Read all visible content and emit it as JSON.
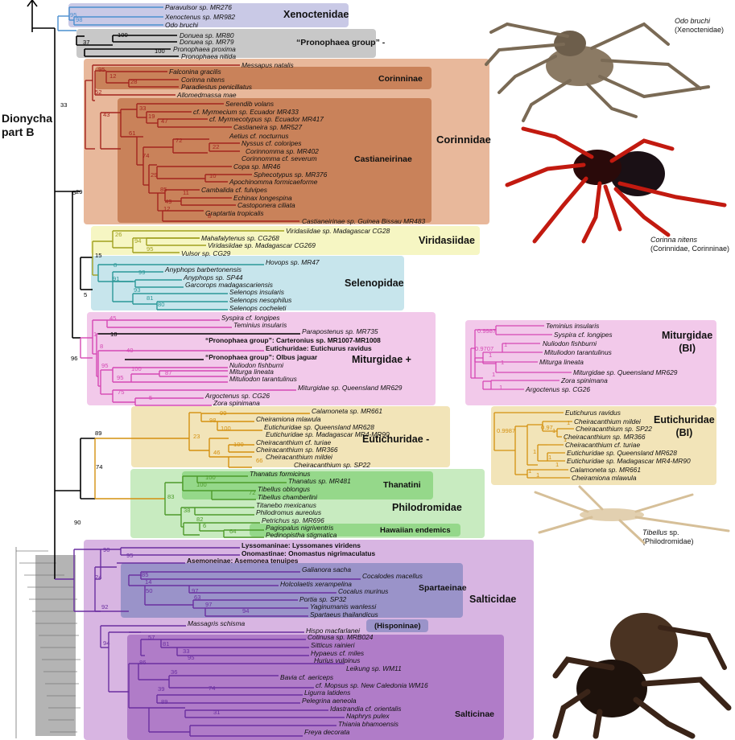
{
  "header": {
    "title_line1": "Dionycha",
    "title_line2": "part B"
  },
  "families": {
    "xenoctenidae": "Xenoctenidae",
    "pronophaea": "“Pronophaea group” -",
    "corinnidae": "Corinnidae",
    "corinninae": "Corinninae",
    "castianeirinae": "Castianeirinae",
    "viridasiidae": "Viridasiidae",
    "selenopidae": "Selenopidae",
    "miturgidae_plus": "Miturgidae +",
    "eutichuridae_minus": "Eutichuridae -",
    "thanatini": "Thanatini",
    "philodromidae": "Philodromidae",
    "hawaiian": "Hawaiian endemics",
    "salticidae": "Salticidae",
    "spartaeinae": "Spartaeinae",
    "hisponinae": "(Hisponinae)",
    "salticinae": "Salticinae",
    "miturgidae_bi": "Miturgidae\n(BI)",
    "eutichuridae_bi": "Eutichuridae\n(BI)"
  },
  "captions": {
    "odo_name": "Odo bruchi",
    "odo_family": "(Xenoctenidae)",
    "corinna_name": "Corinna nitens",
    "corinna_family": "(Corinnidae, Corinninae)",
    "tibellus_name": "Tibellus",
    "tibellus_rest": " sp.",
    "tibellus_family": "(Philodromidae)"
  },
  "taxa": [
    "Paravulsor sp. MR276",
    "Xenoctenus sp. MR982",
    "Odo bruchi",
    "Donuea sp. MR80",
    "Donuea sp. MR79",
    "Pronophaea proxima",
    "Pronophaea nitida",
    "Messapus natalis",
    "Falconina gracilis",
    "Corinna nitens",
    "Paradiestus penicillatus",
    "Allomedmassa mae",
    "Serendib volans",
    "cf. Myrmecium sp. Ecuador MR433",
    "cf. Myrmecotypus sp. Ecuador MR417",
    "Castianeira sp. MR527",
    "Aetius cf. nocturnus",
    "Nyssus cf. coloripes",
    "Corinnomma sp. MR402",
    "Corinnomma cf. severum",
    "Copa sp. MR46",
    "Sphecotypus sp. MR376",
    "Apochinomma formicaeforme",
    "Cambalida cf. fulvipes",
    "Echinax longespina",
    "Castoponera ciliata",
    "Graptartia tropicalis",
    "Castianeirinae sp. Guinea Bissau MR483",
    "Viridasiidae sp. Madagascar CG28",
    "Mahafalytenus sp. CG268",
    "Viridasiidae sp. Madagascar CG269",
    "Vulsor sp. CG29",
    "Hovops sp. MR47",
    "Anyphops barbertonensis",
    "Anyphops sp. SP44",
    "Garcorops madagascariensis",
    "Selenops insularis",
    "Selenops nesophilus",
    "Selenops cocheleti",
    "Syspira cf. longipes",
    "Teminius insularis",
    "Parapostenus sp. MR735",
    "“Pronophaea group”: Carteronius sp. MR1007-MR1008",
    "Eutichuridae: Eutichurus ravidus",
    "“Pronophaea group”: Olbus jaguar",
    "Nuliodon fishburni",
    "Miturga lineata",
    "Mituliodon tarantulinus",
    "Miturgidae sp. Queensland MR629",
    "Argoctenus sp. CG26",
    "Zora spinimana",
    "Calamoneta sp. MR661",
    "Cheiramiona mlawula",
    "Eutichuridae sp. Queensland MR628",
    "Eutichuridae sp. Madagascar MR4-MR90",
    "Cheiracanthium cf. turiae",
    "Cheiracanthium sp. MR366",
    "Cheiracanthium mildei",
    "Cheiracanthium sp. SP22",
    "Thanatus formicinus",
    "Thanatus sp. MR481",
    "Tibellus oblongus",
    "Tibellus chamberlini",
    "Titanebo mexicanus",
    "Philodromus aureolus",
    "Petrichus sp. MR696",
    "Pagiopalus nigriventris",
    "Pedinopistha stigmatica",
    "Lyssomaninae: Lyssomanes viridens",
    "Onomastinae: Onomastus nigrimaculatus",
    "Asemoneinae: Asemonea tenuipes",
    "Galianora sacha",
    "Cocalodes macellus",
    "Holcolaetis xerampelina",
    "Cocalus murinus",
    "Portia sp. SP32",
    "Yaginumanis wanlessi",
    "Spartaeus thailandicus",
    "Massagris schisma",
    "Hispo macfarlanei",
    "Cotinusa sp. MRB024",
    "Sitticus rainieri",
    "Hypaeus cf. miles",
    "Hurius vulpinus",
    "Leikung sp. WM11",
    "Bavia cf. aericeps",
    "cf. Mopsus sp. New Caledonia WM16",
    "Ligurra latidens",
    "Pelegrina aeneola",
    "Idastrandia cf. orientalis",
    "Naphrys pulex",
    "Thiania bhamoensis",
    "Freya decorata"
  ],
  "bi_miturgidae_taxa": [
    "Teminius insularis",
    "Syspira cf. longipes",
    "Nuliodon fishburni",
    "Mituliodon tarantulinus",
    "Miturga lineata",
    "Miturgidae sp. Queensland MR629",
    "Zora spinimana",
    "Argoctenus sp. CG26"
  ],
  "bi_eutichuridae_taxa": [
    "Eutichurus ravidus",
    "Cheiracanthium mildei",
    "Cheiracanthium sp. SP22",
    "Cheiracanthium sp. MR366",
    "Cheiracanthium cf. turiae",
    "Eutichuridae sp. Queensland MR628",
    "Eutichuridae sp. Madagascar MR4-MR90",
    "Calamoneta sp. MR661",
    "Cheiramiona mlawula"
  ],
  "support_values": [
    "95",
    "98",
    "37",
    "100",
    "100",
    "95",
    "33",
    "5",
    "12",
    "28",
    "52",
    "43",
    "33",
    "19",
    "47",
    "61",
    "72",
    "22",
    "74",
    "29",
    "10",
    "85",
    "11",
    "49",
    "12",
    "8",
    "29",
    "26",
    "94",
    "95",
    "15",
    "8",
    "99",
    "91",
    "93",
    "81",
    "80",
    "5",
    "45",
    "1",
    "18",
    "8",
    "40",
    "95",
    "100",
    "87",
    "95",
    "75",
    "5",
    "96",
    "74",
    "23",
    "98",
    "99",
    "100",
    "100",
    "46",
    "66",
    "89",
    "100",
    "100",
    "72",
    "83",
    "38",
    "82",
    "6",
    "64",
    "90",
    "90",
    "95",
    "24",
    "92",
    "85",
    "14",
    "97",
    "63",
    "97",
    "50",
    "94",
    "94",
    "57",
    "81",
    "33",
    "95",
    "86",
    "36",
    "74",
    "39",
    "89",
    "31"
  ],
  "bi_values": [
    "0.9987",
    "0.9707",
    "1",
    "1",
    "1",
    "1",
    "1",
    "0.9987",
    "0.97",
    "1",
    "1",
    "1",
    "1",
    "1",
    "1",
    "1",
    "1"
  ],
  "colors": {
    "xenoctenidae_box": "#c9c9e6",
    "pronophaea_box": "#c8c8c8",
    "corinnidae_box": "#e8b89b",
    "corinninae_box": "#c9825a",
    "castianeirinae_box": "#c9825a",
    "viridasiidae_box": "#f6f6c3",
    "selenopidae_box": "#c7e5ec",
    "miturgidae_box": "#f2c9ea",
    "eutichuridae_box": "#f2e4b8",
    "philodromidae_box": "#c8ebc0",
    "thanatini_box": "#95d88a",
    "salticidae_box": "#d8b5e2",
    "spartaeinae_box": "#9a93c9",
    "salticinae_box": "#b07cc8",
    "xen_branch": "#4a8fcf",
    "corinnidae_branch": "#a3241e",
    "viridasiidae_branch": "#a0a01e",
    "selenopidae_branch": "#2b9898",
    "miturgidae_branch": "#d548b4",
    "eutichuridae_branch": "#d4900f",
    "philodromidae_branch": "#4d9a2a",
    "salticidae_branch": "#6a2fa0",
    "black": "#000000"
  }
}
